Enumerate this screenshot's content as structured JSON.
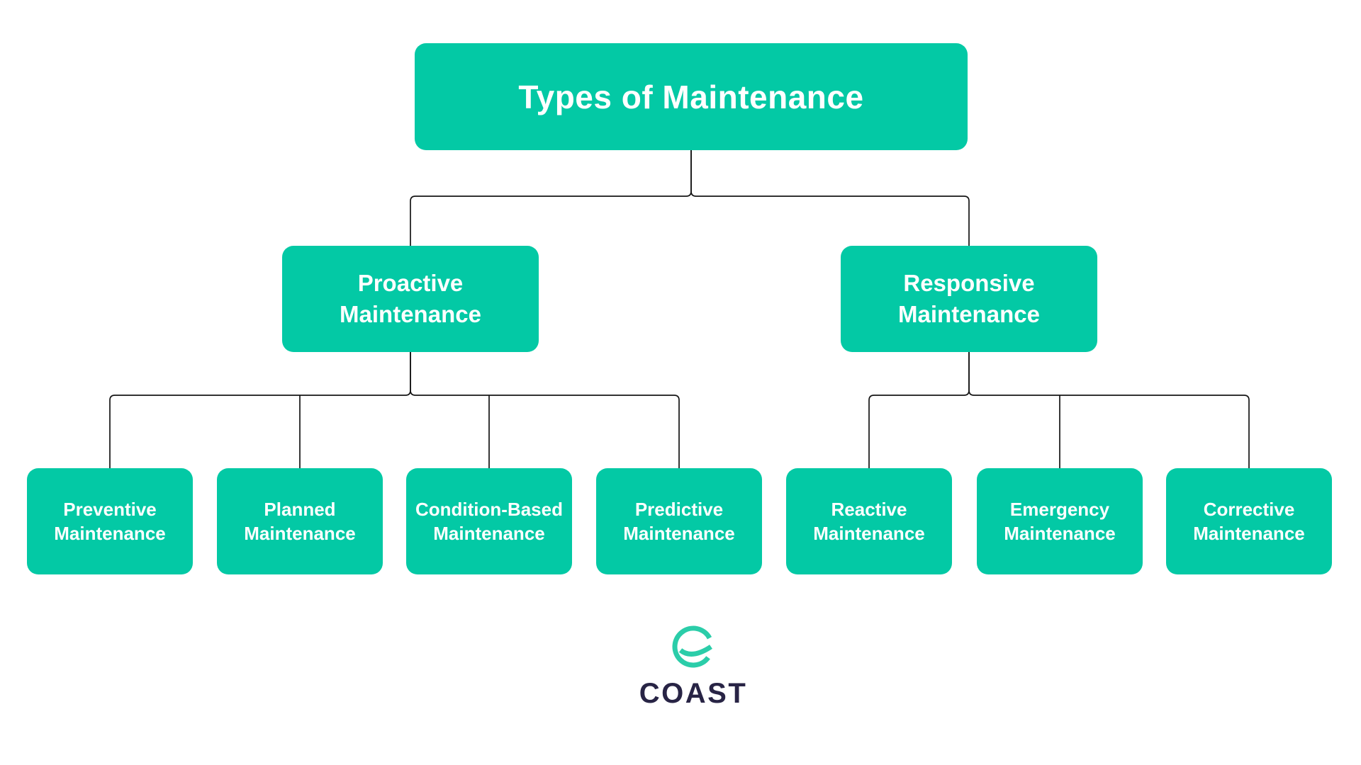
{
  "diagram": {
    "root": {
      "label": "Types of Maintenance"
    },
    "branches": [
      {
        "label": "Proactive Maintenance",
        "children": [
          "Preventive Maintenance",
          "Planned Maintenance",
          "Condition-Based Maintenance",
          "Predictive Maintenance"
        ]
      },
      {
        "label": "Responsive Maintenance",
        "children": [
          "Reactive Maintenance",
          "Emergency Maintenance",
          "Corrective Maintenance"
        ]
      }
    ]
  },
  "branding": {
    "logo_icon": "coast-smile-ring-logo",
    "wordmark": "COAST"
  },
  "colors": {
    "accent": "#03C9A5",
    "logo-teal": "#2BCDA9",
    "wordmark-navy": "#282445",
    "connector": "#151515",
    "node-text": "#FFFFFF",
    "background": "#FFFFFF"
  }
}
